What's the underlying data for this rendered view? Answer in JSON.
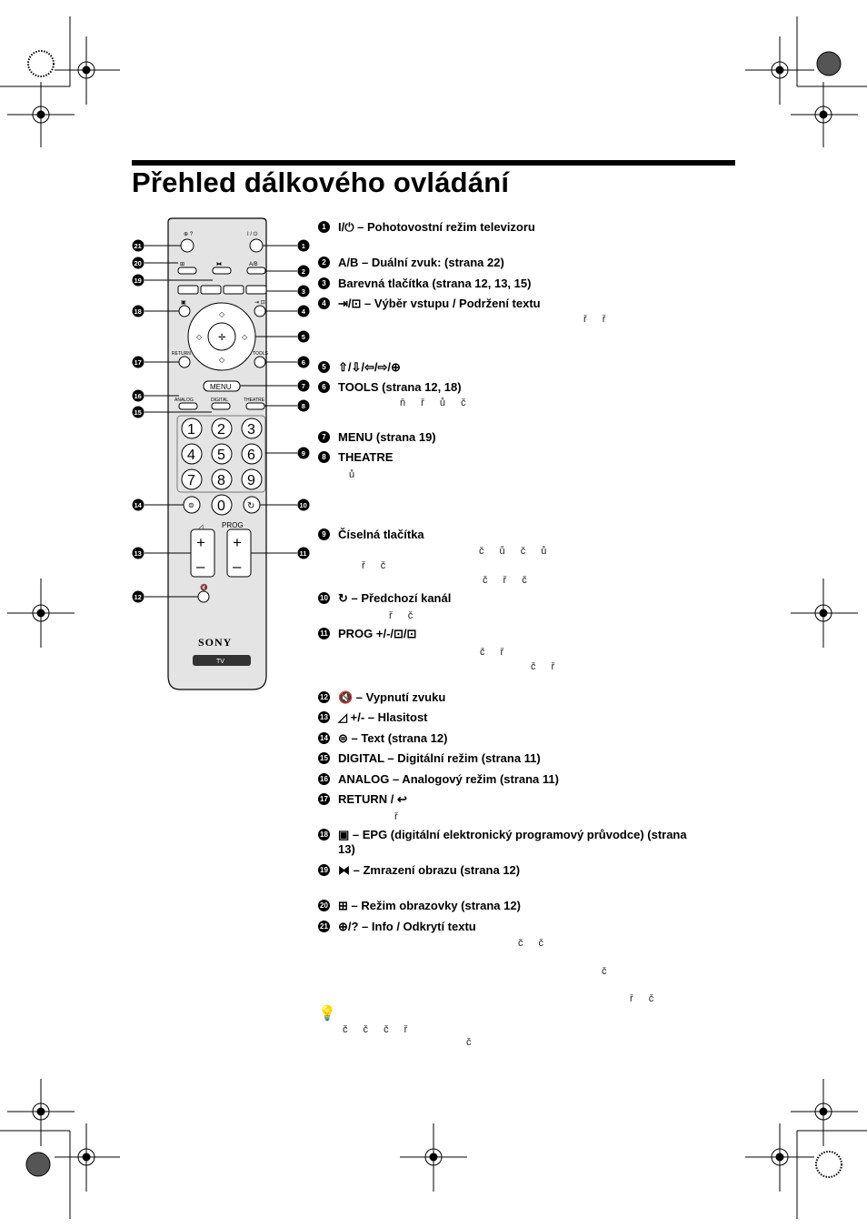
{
  "page": {
    "title": "Přehled dálkového ovládání"
  },
  "remote": {
    "brand": "SONY",
    "model_badge": "TV",
    "labels": {
      "power": "I / ⏻",
      "ab": "A/B",
      "return": "RETURN",
      "tools": "TOOLS",
      "menu": "MENU",
      "analog": "ANALOG",
      "digital": "DIGITAL",
      "theatre": "THEATRE",
      "prog": "PROG"
    },
    "digits": [
      "1",
      "2",
      "3",
      "4",
      "5",
      "6",
      "7",
      "8",
      "9",
      "0"
    ]
  },
  "items": [
    {
      "n": "1",
      "text": "I/⏻ – Pohotovostní režim televizoru"
    },
    {
      "n": "2",
      "text": "A/B – Duální zvuk: (strana 22)"
    },
    {
      "n": "3",
      "text": "Barevná tlačítka (strana 12, 13, 15)"
    },
    {
      "n": "4",
      "text": "⇥/⊡ – Výběr vstupu / Podržení textu"
    },
    {
      "n": "5",
      "text": "⇧/⇩/⇦/⇨/⊕"
    },
    {
      "n": "6",
      "text": "TOOLS (strana 12, 18)"
    },
    {
      "n": "7",
      "text": "MENU (strana 19)"
    },
    {
      "n": "8",
      "text": "THEATRE"
    },
    {
      "n": "9",
      "text": "Číselná tlačítka"
    },
    {
      "n": "10",
      "text": "↻ – Předchozí kanál"
    },
    {
      "n": "11",
      "text": "PROG +/-/⊡/⊡"
    },
    {
      "n": "12",
      "text": "🔇 – Vypnutí zvuku"
    },
    {
      "n": "13",
      "text": "◿ +/- – Hlasitost"
    },
    {
      "n": "14",
      "text": "⊜ – Text (strana 12)"
    },
    {
      "n": "15",
      "text": "DIGITAL – Digitální režim (strana 11)"
    },
    {
      "n": "16",
      "text": "ANALOG – Analogový režim (strana 11)"
    },
    {
      "n": "17",
      "text": "RETURN / ↩"
    },
    {
      "n": "18",
      "text": "▣ – EPG (digitální elektronický programový průvodce) (strana 13)"
    },
    {
      "n": "19",
      "text": "⧓ – Zmrazení obrazu (strana 12)"
    },
    {
      "n": "20",
      "text": "⊞ – Režim obrazovky (strana 12)"
    },
    {
      "n": "21",
      "text": "⊕/? – Info / Odkrytí textu"
    }
  ],
  "fragments": [
    "ř ř",
    "ň ř ů č",
    "ů",
    "č ů č ů",
    "ř č",
    "č ř č",
    "ř č",
    "č ř",
    "č ř",
    "ř",
    "č č",
    "č",
    "ř č",
    "č č č ř",
    "č"
  ],
  "tip_icon": "lightbulb-icon",
  "colors": {
    "ink": "#000000",
    "remote_body": "#e4e4e4",
    "accent": "#000000"
  }
}
